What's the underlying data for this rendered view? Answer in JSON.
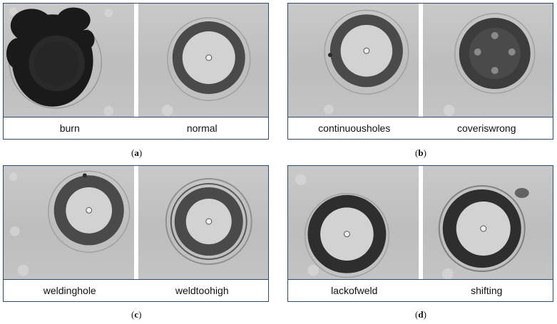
{
  "panels": [
    {
      "caption_letter": "a",
      "items": [
        {
          "label": "burn",
          "defect": "burn"
        },
        {
          "label": "normal",
          "defect": "normal"
        }
      ]
    },
    {
      "caption_letter": "b",
      "items": [
        {
          "label": "continuousholes",
          "defect": "continuousholes"
        },
        {
          "label": "coveriswrong",
          "defect": "coveriswrong"
        }
      ]
    },
    {
      "caption_letter": "c",
      "items": [
        {
          "label": "weldinghole",
          "defect": "weldinghole"
        },
        {
          "label": "weldtoohigh",
          "defect": "weldtoohigh"
        }
      ]
    },
    {
      "caption_letter": "d",
      "items": [
        {
          "label": "lackofweld",
          "defect": "lackofweld"
        },
        {
          "label": "shifting",
          "defect": "shifting"
        }
      ]
    }
  ],
  "colors": {
    "border": "#2e4a6b",
    "background_metal": "#c4c4c4",
    "weld_ring": "#4a4a4a",
    "cover": "#d2d2d2",
    "burn": "#1a1a1a"
  }
}
